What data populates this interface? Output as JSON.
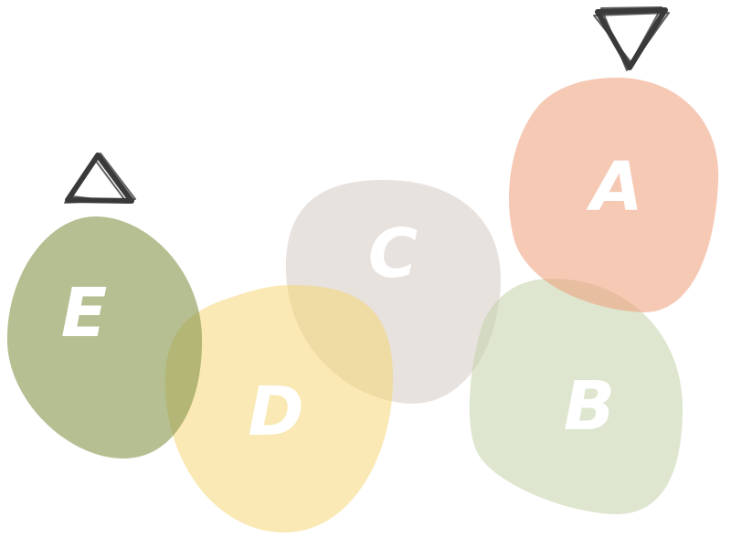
{
  "shapes": [
    {
      "id": "A",
      "label": "A",
      "color": "#ee9c78",
      "opacity": 0.55
    },
    {
      "id": "B",
      "label": "B",
      "color": "#c2d2a8",
      "opacity": 0.55
    },
    {
      "id": "C",
      "label": "C",
      "color": "#d5cbc4",
      "opacity": 0.55
    },
    {
      "id": "D",
      "label": "D",
      "color": "#f6d46a",
      "opacity": 0.5
    },
    {
      "id": "E",
      "label": "E",
      "color": "#84954a",
      "opacity": 0.6
    }
  ],
  "markers": [
    {
      "name": "triangle-up-marker",
      "direction": "up",
      "color": "#3a3a3a"
    },
    {
      "name": "triangle-down-marker",
      "direction": "down",
      "color": "#3a3a3a"
    }
  ]
}
